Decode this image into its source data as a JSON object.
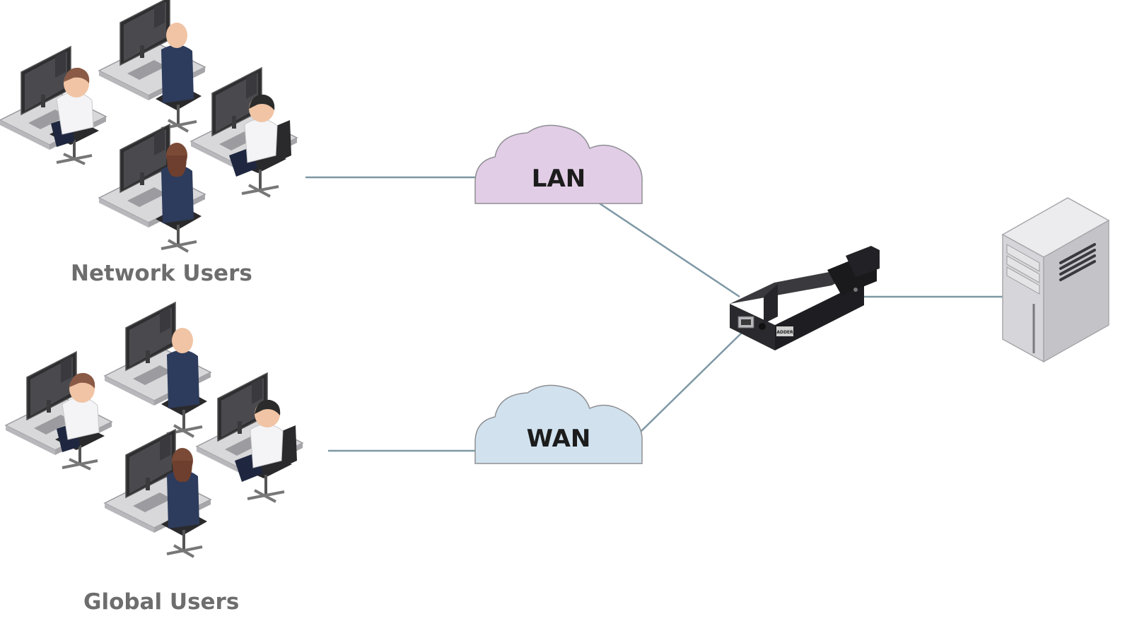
{
  "groups": {
    "network_users": {
      "label": "Network Users"
    },
    "global_users": {
      "label": "Global Users"
    }
  },
  "clouds": {
    "lan": {
      "label": "LAN",
      "color": "#e2cde6"
    },
    "wan": {
      "label": "WAN",
      "color": "#d1e2ee"
    }
  },
  "device": {
    "badge": "ADDER",
    "color": "#2a2a2e"
  },
  "server": {
    "color": "#d9d9dc"
  },
  "link_color": "#7e98a4"
}
